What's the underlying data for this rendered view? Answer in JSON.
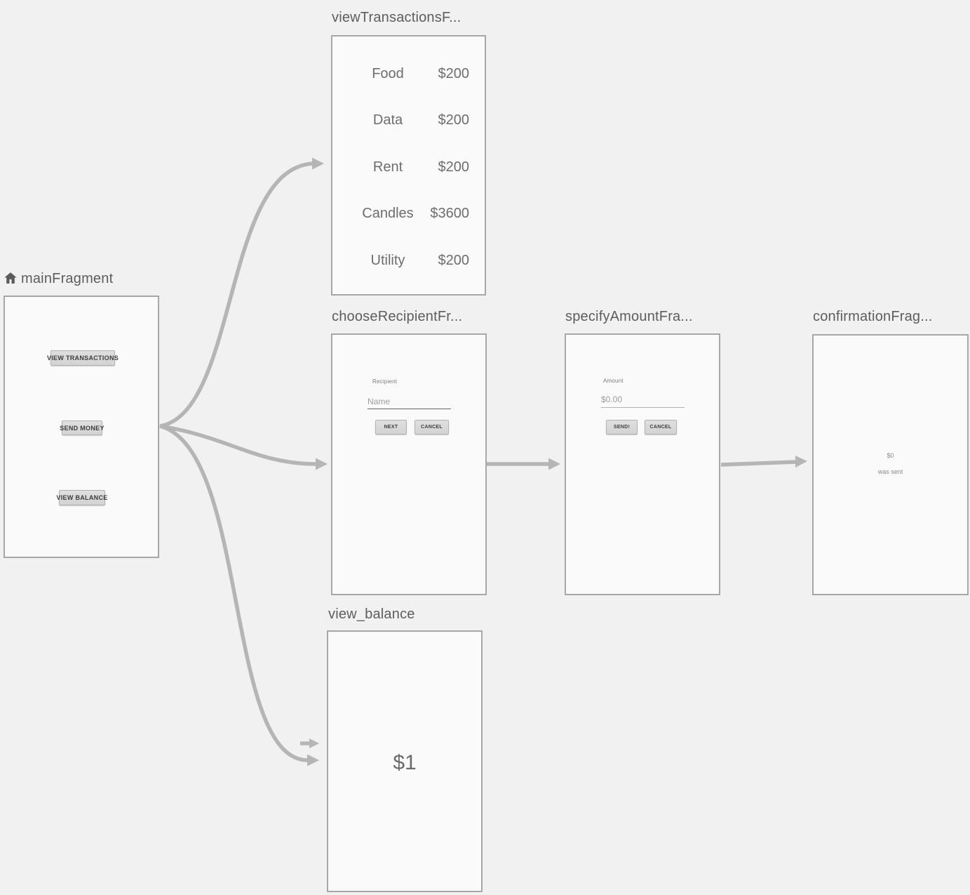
{
  "colors": {
    "background": "#f1f1f1",
    "panel_background": "#fafafa",
    "panel_border": "#a7a7a7",
    "arrow": "#b5b5b5",
    "title_text": "#5d5d5d"
  },
  "main": {
    "title": "mainFragment",
    "icon": "home-icon",
    "buttons": {
      "view_transactions": "VIEW TRANSACTIONS",
      "send_money": "SEND MONEY",
      "view_balance": "VIEW BALANCE"
    }
  },
  "view_transactions": {
    "title": "viewTransactionsF...",
    "rows": [
      {
        "label": "Food",
        "value": "$200"
      },
      {
        "label": "Data",
        "value": "$200"
      },
      {
        "label": "Rent",
        "value": "$200"
      },
      {
        "label": "Candles",
        "value": "$3600"
      },
      {
        "label": "Utility",
        "value": "$200"
      }
    ]
  },
  "choose_recipient": {
    "title": "chooseRecipientFr...",
    "field_label": "Recipient",
    "field_value": "Name",
    "next_label": "NEXT",
    "cancel_label": "CANCEL"
  },
  "specify_amount": {
    "title": "specifyAmountFra...",
    "field_label": "Amount",
    "field_value": "$0.00",
    "send_label": "SEND!",
    "cancel_label": "CANCEL"
  },
  "confirmation": {
    "title": "confirmationFrag...",
    "amount": "$0",
    "caption": "was sent"
  },
  "view_balance": {
    "title": "view_balance",
    "balance": "$1"
  }
}
